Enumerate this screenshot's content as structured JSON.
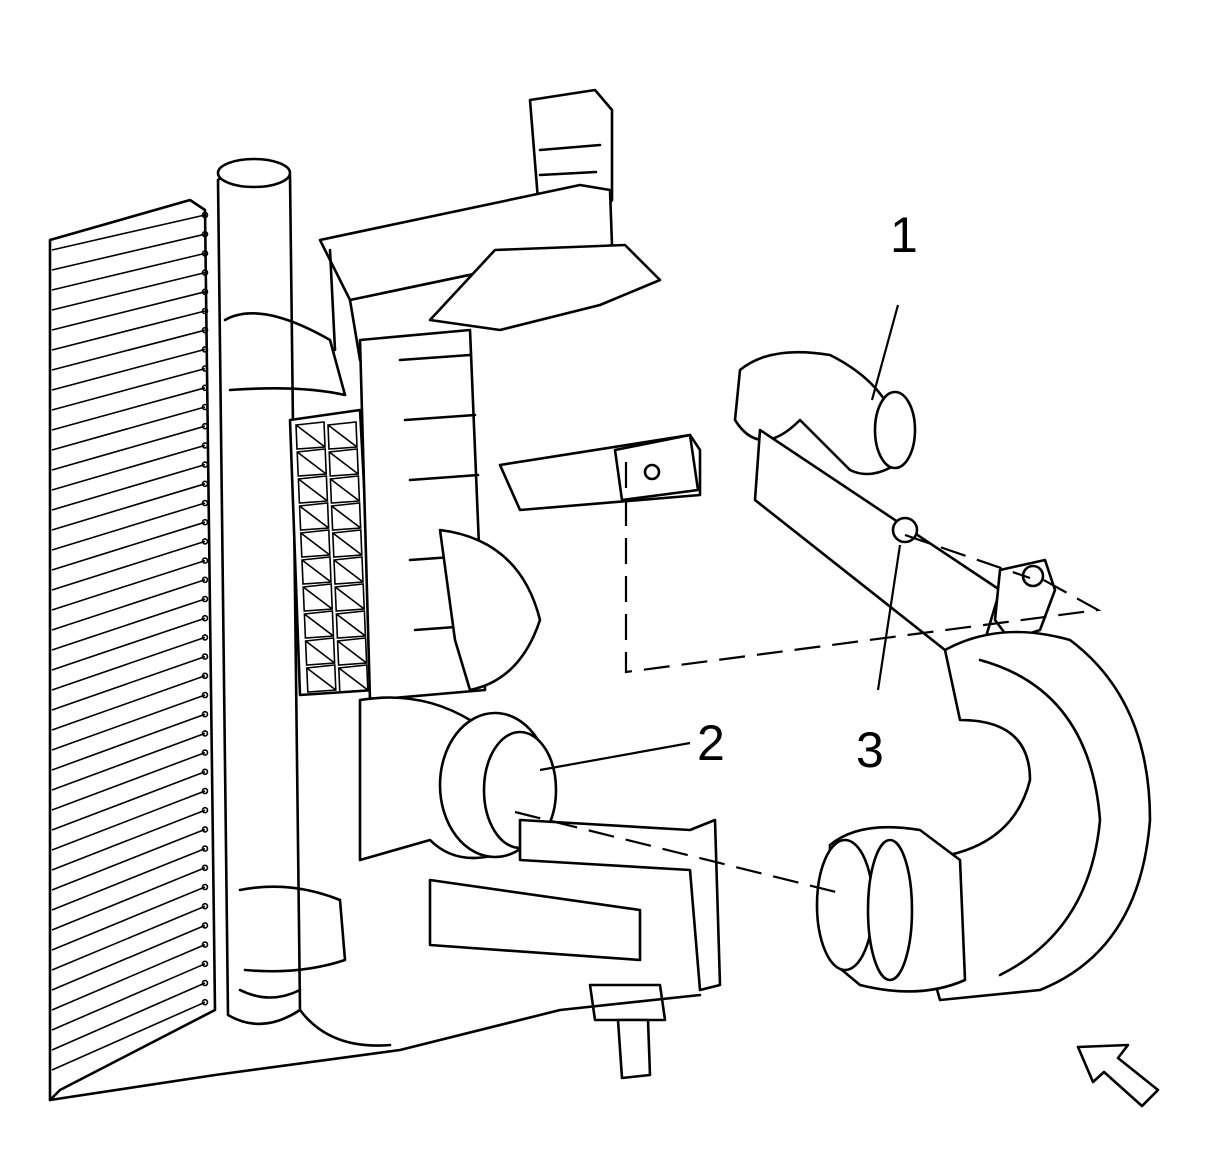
{
  "diagram": {
    "callouts": [
      {
        "id": "1",
        "label": "1"
      },
      {
        "id": "2",
        "label": "2"
      },
      {
        "id": "3",
        "label": "3"
      }
    ],
    "view_arrow": "direction-arrow-icon"
  }
}
